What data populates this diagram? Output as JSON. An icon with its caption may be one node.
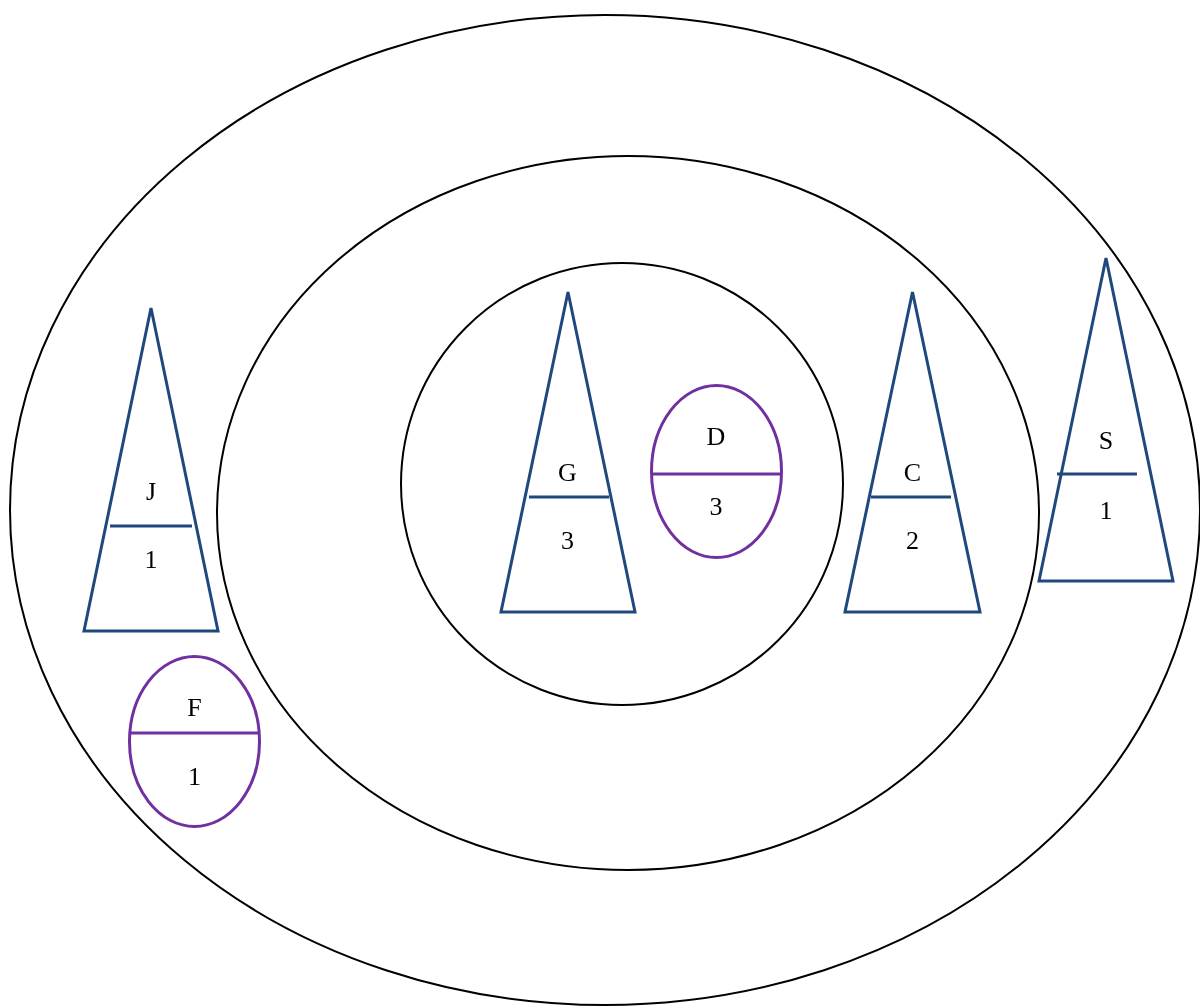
{
  "diagram": {
    "nodes": [
      {
        "text": [],
        "shape": "ellipse"
      },
      {
        "text": [],
        "shape": "ellipse",
        "in": 0
      },
      {
        "text": [],
        "shape": "circle",
        "in": 1
      },
      {
        "text": [
          "J",
          "1"
        ],
        "in": 0
      },
      {
        "text": [
          "G",
          "3"
        ],
        "in": 2
      },
      {
        "text": [
          "D",
          "3"
        ],
        "in": 2
      },
      {
        "text": [
          "C",
          "2"
        ],
        "in": 1
      },
      {
        "text": [
          "S",
          "1"
        ],
        "in": 0
      },
      {
        "text": [
          "F",
          "1"
        ],
        "in": 0
      }
    ]
  }
}
